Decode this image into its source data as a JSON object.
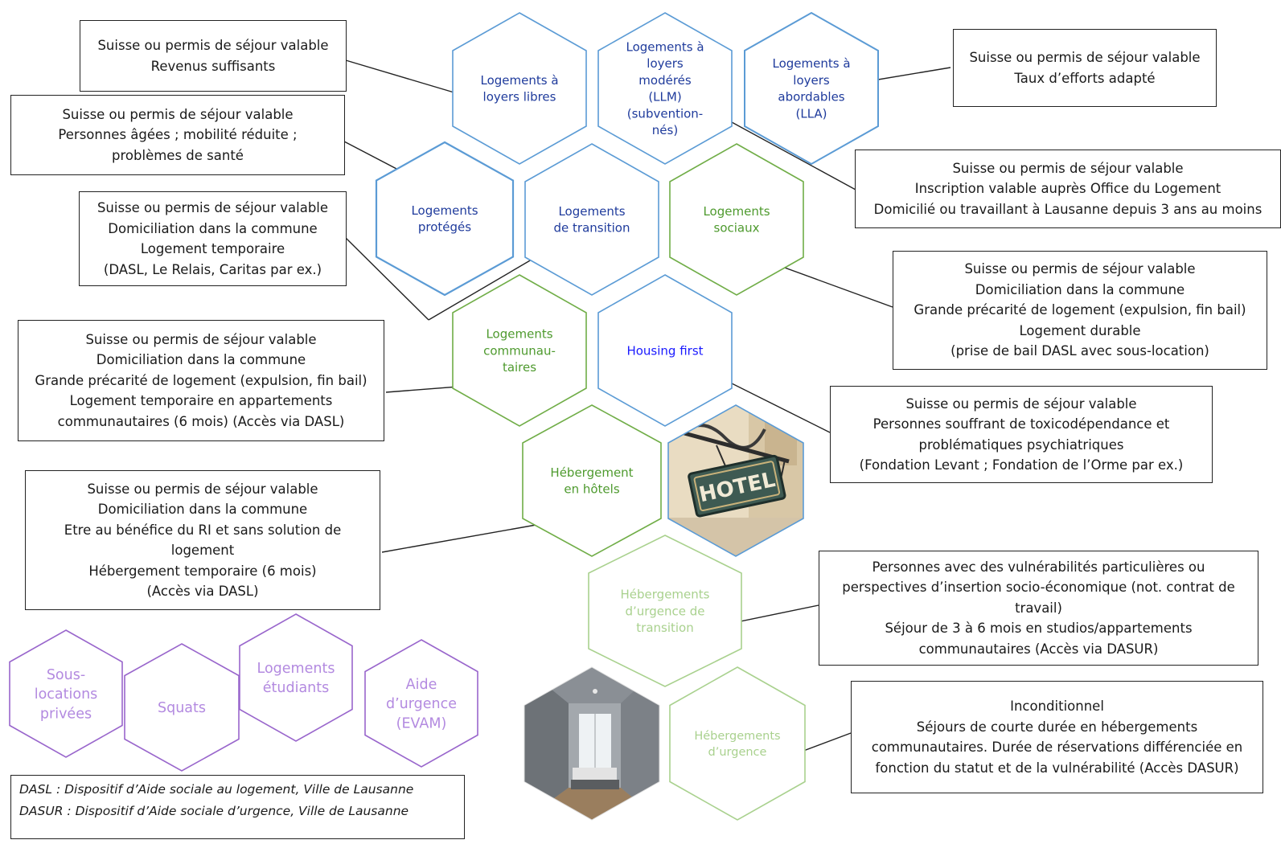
{
  "colors": {
    "blue_dark": "#1f3b9c",
    "blue_outline": "#5b9bd5",
    "blue_bright": "#1a1aff",
    "green_outline": "#70ad47",
    "green_text": "#4e9a2e",
    "green_light": "#a9d18e",
    "purple_outline": "#9966cc",
    "purple_text": "#b38ae0"
  },
  "hexagons": [
    {
      "id": "loyers-libres",
      "lines": [
        "Logements à",
        "loyers libres"
      ],
      "color_key": "blue_dark"
    },
    {
      "id": "llm",
      "lines": [
        "Logements à",
        "loyers",
        "modérés",
        "(LLM)",
        "(subvention-",
        "nés)"
      ],
      "color_key": "blue_dark"
    },
    {
      "id": "lla",
      "lines": [
        "Logements à",
        "loyers",
        "abordables",
        "(LLA)"
      ],
      "color_key": "blue_dark"
    },
    {
      "id": "proteges",
      "lines": [
        "Logements",
        "protégés"
      ],
      "color_key": "blue_dark"
    },
    {
      "id": "transition",
      "lines": [
        "Logements",
        "de transition"
      ],
      "color_key": "blue_dark"
    },
    {
      "id": "sociaux",
      "lines": [
        "Logements",
        "sociaux"
      ],
      "color_key": "green_text"
    },
    {
      "id": "communautaires",
      "lines": [
        "Logements",
        "communau-",
        "taires"
      ],
      "color_key": "green_text"
    },
    {
      "id": "housing-first",
      "lines": [
        "Housing first"
      ],
      "color_key": "blue_bright"
    },
    {
      "id": "hotels",
      "lines": [
        "Hébergement",
        "en hôtels"
      ],
      "color_key": "green_text"
    },
    {
      "id": "hotel-photo",
      "lines": [],
      "photo": "hotel-sign",
      "sign_text": "HOTEL"
    },
    {
      "id": "urgence-transition",
      "lines": [
        "Hébergements",
        "d’urgence  de",
        "transition"
      ],
      "color_key": "green_light"
    },
    {
      "id": "room-photo",
      "lines": [],
      "photo": "room"
    },
    {
      "id": "urgence",
      "lines": [
        "Hébergements",
        "d’urgence"
      ],
      "color_key": "green_light"
    },
    {
      "id": "sous-locations",
      "lines": [
        "Sous-",
        "locations",
        "privées"
      ],
      "color_key": "purple_text"
    },
    {
      "id": "squats",
      "lines": [
        "Squats"
      ],
      "color_key": "purple_text"
    },
    {
      "id": "etudiants",
      "lines": [
        "Logements",
        "étudiants"
      ],
      "color_key": "purple_text"
    },
    {
      "id": "aide-urgence",
      "lines": [
        "Aide",
        "d’urgence",
        "(EVAM)"
      ],
      "color_key": "purple_text"
    }
  ],
  "boxes": [
    {
      "id": "box-loyers-libres",
      "lines": [
        "Suisse ou permis de séjour valable",
        "Revenus suffisants"
      ]
    },
    {
      "id": "box-proteges",
      "lines": [
        "Suisse ou permis de séjour valable",
        "Personnes âgées ; mobilité réduite ;",
        "problèmes de santé"
      ]
    },
    {
      "id": "box-transition",
      "lines": [
        "Suisse ou permis de séjour valable",
        "Domiciliation dans la commune",
        "Logement temporaire",
        "(DASL, Le Relais, Caritas par ex.)"
      ]
    },
    {
      "id": "box-communautaires",
      "lines": [
        "Suisse ou permis de séjour valable",
        "Domiciliation dans la commune",
        "Grande précarité de logement (expulsion, fin bail)",
        "Logement temporaire en appartements",
        "communautaires (6 mois) (Accès via DASL)"
      ]
    },
    {
      "id": "box-hotels",
      "lines": [
        "Suisse ou permis de séjour valable",
        "Domiciliation dans la commune",
        "Etre au bénéfice du RI et sans solution de",
        "logement",
        "Hébergement temporaire (6 mois)",
        "(Accès via DASL)"
      ]
    },
    {
      "id": "box-lla",
      "lines": [
        "Suisse ou permis de séjour valable",
        "Taux d’efforts adapté"
      ]
    },
    {
      "id": "box-llm",
      "lines": [
        "Suisse ou permis de séjour valable",
        "Inscription valable auprès Office du Logement",
        "Domicilié ou travaillant à Lausanne depuis 3 ans au moins"
      ]
    },
    {
      "id": "box-sociaux",
      "lines": [
        "Suisse ou permis de séjour valable",
        "Domiciliation dans la commune",
        "Grande précarité de logement (expulsion, fin bail)",
        "Logement durable",
        "(prise de bail DASL avec sous-location)"
      ]
    },
    {
      "id": "box-housing-first",
      "lines": [
        "Suisse ou permis de séjour valable",
        "Personnes souffrant de toxicodépendance et",
        "problématiques psychiatriques",
        "(Fondation Levant ; Fondation de l’Orme par ex.)"
      ]
    },
    {
      "id": "box-urgence-transition",
      "lines": [
        "Personnes avec des vulnérabilités particulières ou",
        "perspectives d’insertion socio-économique (not. contrat de",
        "travail)",
        "Séjour de 3 à 6 mois en studios/appartements",
        "communautaires (Accès via DASUR)"
      ]
    },
    {
      "id": "box-urgence",
      "lines": [
        "Inconditionnel",
        "Séjours de courte durée en hébergements",
        "communautaires. Durée de réservations différenciée en",
        "fonction du statut et de la vulnérabilité (Accès DASUR)"
      ]
    }
  ],
  "legend": {
    "dasl": "DASL : Dispositif d’Aide sociale au logement, Ville de Lausanne",
    "dasur": "DASUR : Dispositif d’Aide sociale d’urgence, Ville de Lausanne"
  }
}
